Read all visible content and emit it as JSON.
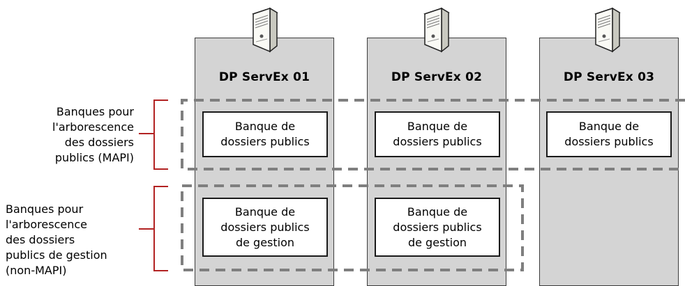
{
  "servers": [
    {
      "name": "DP ServEx 01"
    },
    {
      "name": "DP ServEx 02"
    },
    {
      "name": "DP ServEx 03"
    }
  ],
  "mapi_store": {
    "lines": [
      "Banque de",
      "dossiers publics"
    ]
  },
  "admin_store": {
    "lines": [
      "Banque de",
      "dossiers publics",
      "de gestion"
    ]
  },
  "groups": {
    "mapi": {
      "lines": [
        "Banques pour",
        "l'arborescence",
        "des dossiers",
        "publics (MAPI)"
      ]
    },
    "non_mapi": {
      "lines": [
        "Banques pour",
        "l'arborescence",
        "des dossiers",
        "publics de gestion",
        "(non-MAPI)"
      ]
    }
  },
  "colors": {
    "server_fill": "#d4d4d4",
    "dash_border": "#7f7f7f",
    "bracket": "#b22222"
  },
  "icons": [
    "server-icon"
  ]
}
